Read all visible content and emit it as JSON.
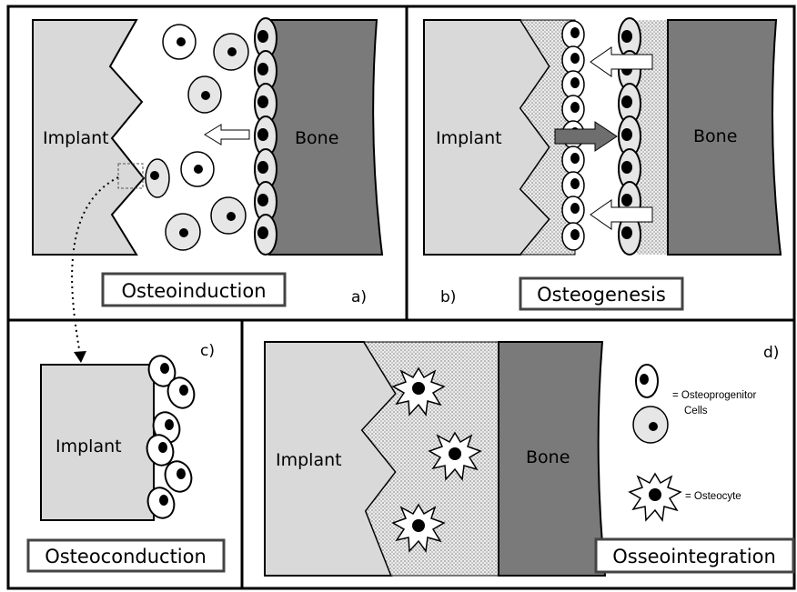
{
  "panels": {
    "a": {
      "letter": "a)",
      "title": "Osteoinduction",
      "implant_label": "Implant",
      "bone_label": "Bone"
    },
    "b": {
      "letter": "b)",
      "title": "Osteogenesis",
      "implant_label": "Implant",
      "bone_label": "Bone"
    },
    "c": {
      "letter": "c)",
      "title": "Osteoconduction",
      "implant_label": "Implant"
    },
    "d": {
      "letter": "d)",
      "title": "Osseointegration",
      "implant_label": "Implant",
      "bone_label": "Bone"
    }
  },
  "legend": {
    "osteoprogenitor_line1": "= Osteoprogenitor",
    "osteoprogenitor_line2": "Cells",
    "osteocyte": "= Osteocyte"
  },
  "colors": {
    "implant": "#d9d9d9",
    "bone": "#7a7a7a",
    "cell": "#e6e6e6",
    "border": "#000000",
    "arrow_white": "#ffffff",
    "arrow_gray": "#6e6e6e"
  }
}
